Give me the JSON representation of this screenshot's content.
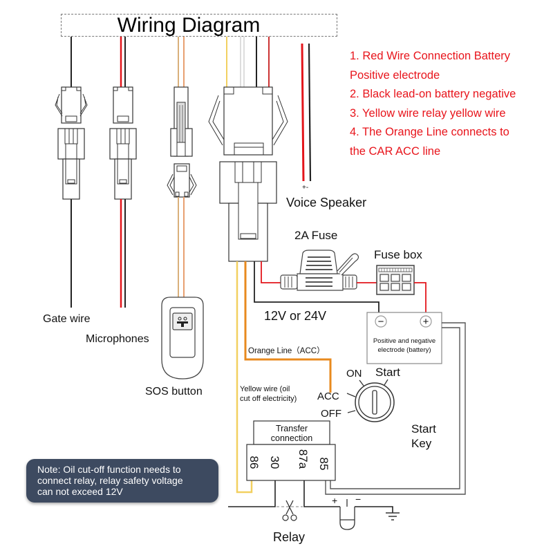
{
  "title": "Wiring Diagram",
  "instructions": [
    "1. Red Wire Connection Battery",
    "Positive electrode",
    "2. Black lead-on battery negative",
    "3. Yellow wire relay yellow wire",
    "4. The Orange Line connects to",
    "the CAR ACC line"
  ],
  "components": {
    "gate_wire": "Gate wire",
    "microphones": "Microphones",
    "sos_button": "SOS button",
    "voice_speaker": "Voice Speaker",
    "speaker_polarity": "+-",
    "fuse": "2A Fuse",
    "fuse_box": "Fuse box",
    "voltage": "12V or 24V",
    "battery_neg_symbol": "−",
    "battery_pos_symbol": "+",
    "battery_label_line1": "Positive and negative",
    "battery_label_line2": "electrode (battery)",
    "orange_line": "Orange Line（ACC）",
    "yellow_wire_line1": "Yellow wire (oil",
    "yellow_wire_line2": "cut off electricity)",
    "key_on": "ON",
    "key_start": "Start",
    "key_acc": "ACC",
    "key_off": "OFF",
    "start_key_line1": "Start",
    "start_key_line2": "Key",
    "transfer_line1": "Transfer",
    "transfer_line2": "connection",
    "relay_pins": [
      "86",
      "30",
      "87a",
      "85"
    ],
    "relay": "Relay",
    "lamp_plus": "+",
    "lamp_minus": "−"
  },
  "note": {
    "line1": "Note: Oil cut-off function needs to",
    "line2": "connect relay, relay safety voltage",
    "line3": "can not exceed 12V"
  },
  "colors": {
    "red_wire": "#e3151b",
    "black_wire": "#222222",
    "yellow_wire": "#f2d060",
    "orange_wire": "#e88a1e",
    "tan_wire": "#d9b07a",
    "note_bg": "#3d4a60",
    "instruction_text": "#e8141b"
  }
}
